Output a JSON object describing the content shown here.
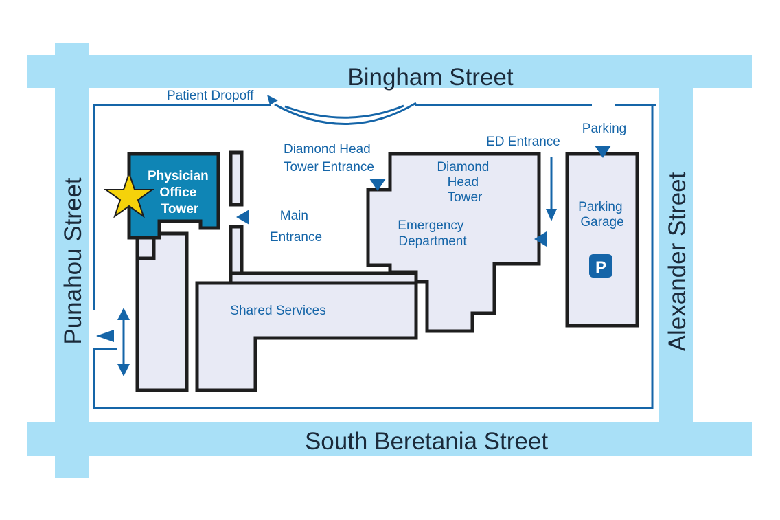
{
  "streets": {
    "north": "Bingham Street",
    "south": "South Beretania Street",
    "west": "Punahou Street",
    "east": "Alexander Street"
  },
  "buildings": {
    "physician_office_tower": [
      "Physician",
      "Office",
      "Tower"
    ],
    "diamond_head_tower": [
      "Diamond",
      "Head",
      "Tower"
    ],
    "emergency_department": [
      "Emergency",
      "Department"
    ],
    "shared_services": "Shared Services",
    "parking_garage": [
      "Parking",
      "Garage"
    ]
  },
  "labels": {
    "patient_dropoff": "Patient Dropoff",
    "dh_tower_entrance": [
      "Diamond Head",
      "Tower Entrance"
    ],
    "main_entrance": [
      "Main",
      "Entrance"
    ],
    "ed_entrance": "ED Entrance",
    "parking": "Parking"
  },
  "parking_symbol": "P",
  "colors": {
    "road": "#a9e0f7",
    "building": "#e8eaf5",
    "highlight_building": "#0f85b5",
    "route": "#1565a8",
    "star": "#f5d20a"
  },
  "icons": {
    "marker": "star-icon",
    "parking": "parking-sign-icon"
  }
}
